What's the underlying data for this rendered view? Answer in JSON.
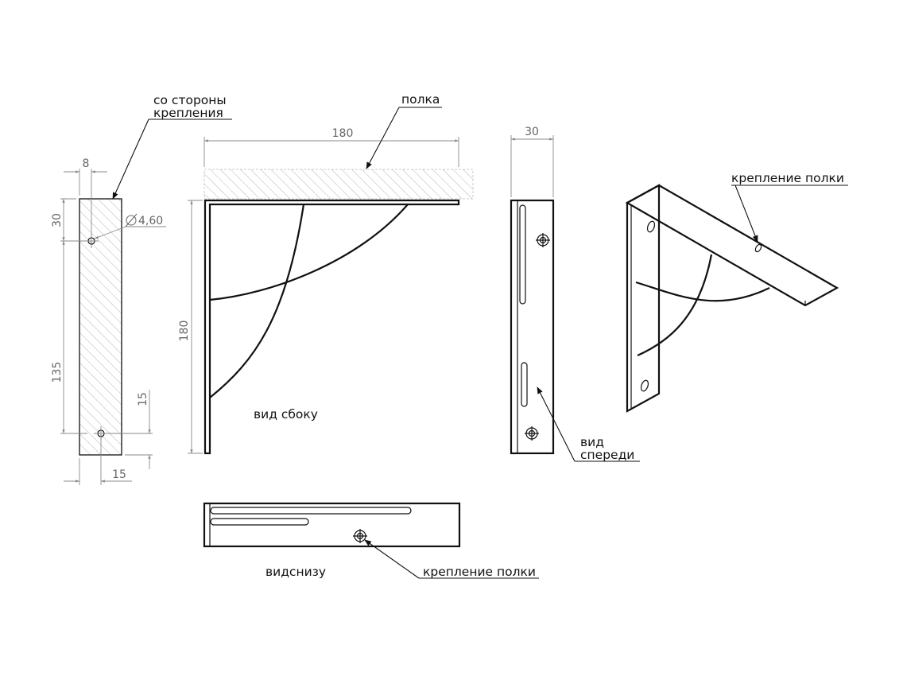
{
  "labels": {
    "mount_side": [
      "со стороны",
      "крепления"
    ],
    "shelf": "полка",
    "side_view": "вид сбоку",
    "front_view": [
      "вид",
      "спереди"
    ],
    "bottom_view": "видснизу",
    "shelf_mount_top": "крепление полки",
    "shelf_mount_bottom": "крепление полки"
  },
  "dimensions": {
    "mount_width": "8",
    "top_offset": "30",
    "hole_diameter": "4,60",
    "hole_spacing": "135",
    "bottom_offset": "15",
    "side_offset": "15",
    "shelf_length": "180",
    "bracket_height": "180",
    "front_width": "30"
  },
  "colors": {
    "line": "#111111",
    "dimension": "#8a8a8a",
    "hatch": "#b5b5b5"
  }
}
